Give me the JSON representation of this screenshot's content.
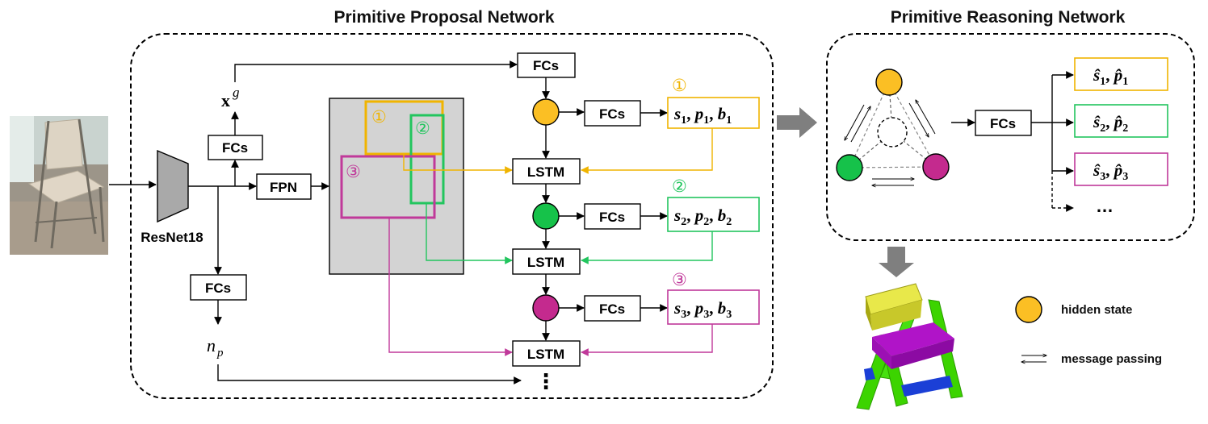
{
  "titles": {
    "proposal": "Primitive Proposal Network",
    "reasoning": "Primitive Reasoning Network"
  },
  "labels": {
    "resnet": "ResNet18",
    "fcs": "FCs",
    "fpn": "FPN",
    "lstm": "LSTM",
    "xg_base": "x",
    "xg_sup": "g",
    "np_base": "n",
    "np_sub": "p",
    "ellipsis_v": "⋮",
    "ellipsis_h": "…"
  },
  "markers": [
    "①",
    "②",
    "③"
  ],
  "outputs": [
    {
      "s": "s",
      "p": "p",
      "b": "b",
      "i": "1",
      "sep": ", "
    },
    {
      "s": "s",
      "p": "p",
      "b": "b",
      "i": "2",
      "sep": ", "
    },
    {
      "s": "s",
      "p": "p",
      "b": "b",
      "i": "3",
      "sep": ", "
    }
  ],
  "refined": [
    {
      "s": "ŝ",
      "p": "p̂",
      "i": "1",
      "sep": ", "
    },
    {
      "s": "ŝ",
      "p": "p̂",
      "i": "2",
      "sep": ", "
    },
    {
      "s": "ŝ",
      "p": "p̂",
      "i": "3",
      "sep": ", "
    }
  ],
  "legend": {
    "hidden": "hidden state",
    "message": "message passing"
  },
  "colors": {
    "primitive1": "#f0b400",
    "primitive2": "#22c55e",
    "primitive3": "#c0399a",
    "hidden_fill": "#fbbf24",
    "node_green": "#16c24a",
    "node_magenta": "#c42a8e",
    "gray_panel": "#d3d3d3",
    "gray_arrow": "#7f7f7f"
  }
}
